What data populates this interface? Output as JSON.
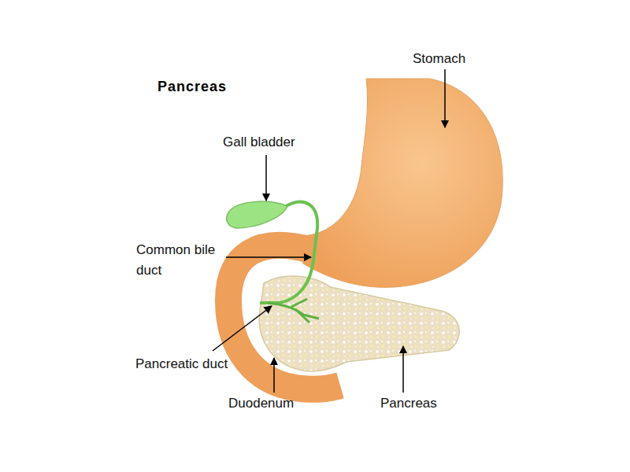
{
  "diagram": {
    "title": "Pancreas",
    "labels": [
      "Stomach",
      "Gall bladder",
      "Common bile duct",
      "Pancreatic duct",
      "Duodenum",
      "Pancreas"
    ]
  }
}
